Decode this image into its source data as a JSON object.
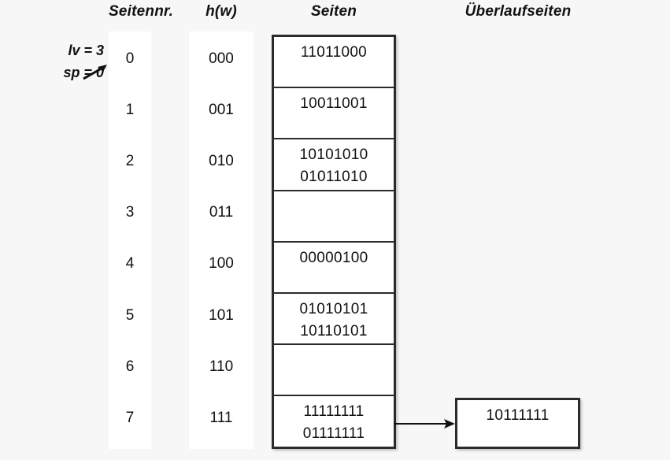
{
  "headers": {
    "page_number": "Seitennr.",
    "hash": "h(w)",
    "pages": "Seiten",
    "overflow_pages": "Überlaufseiten"
  },
  "annotation": {
    "line1": "lv = 3",
    "line2": "sp = 0",
    "arrow_icon": "arrow-up-right-icon"
  },
  "rows": [
    {
      "page_number": "0",
      "hash": "000",
      "records": [
        "11011000"
      ]
    },
    {
      "page_number": "1",
      "hash": "001",
      "records": [
        "10011001"
      ]
    },
    {
      "page_number": "2",
      "hash": "010",
      "records": [
        "10101010",
        "01011010"
      ]
    },
    {
      "page_number": "3",
      "hash": "011",
      "records": []
    },
    {
      "page_number": "4",
      "hash": "100",
      "records": [
        "00000100"
      ]
    },
    {
      "page_number": "5",
      "hash": "101",
      "records": [
        "01010101",
        "10110101"
      ]
    },
    {
      "page_number": "6",
      "hash": "110",
      "records": []
    },
    {
      "page_number": "7",
      "hash": "111",
      "records": [
        "11111111",
        "01111111"
      ]
    }
  ],
  "overflow": {
    "source_row_index": 7,
    "records": [
      "10111111"
    ],
    "arrow_icon": "arrow-right-icon"
  },
  "colors": {
    "page_background": "#f7f7f7",
    "column_background": "#ffffff",
    "border": "#2b2b2b",
    "text": "#111111"
  }
}
